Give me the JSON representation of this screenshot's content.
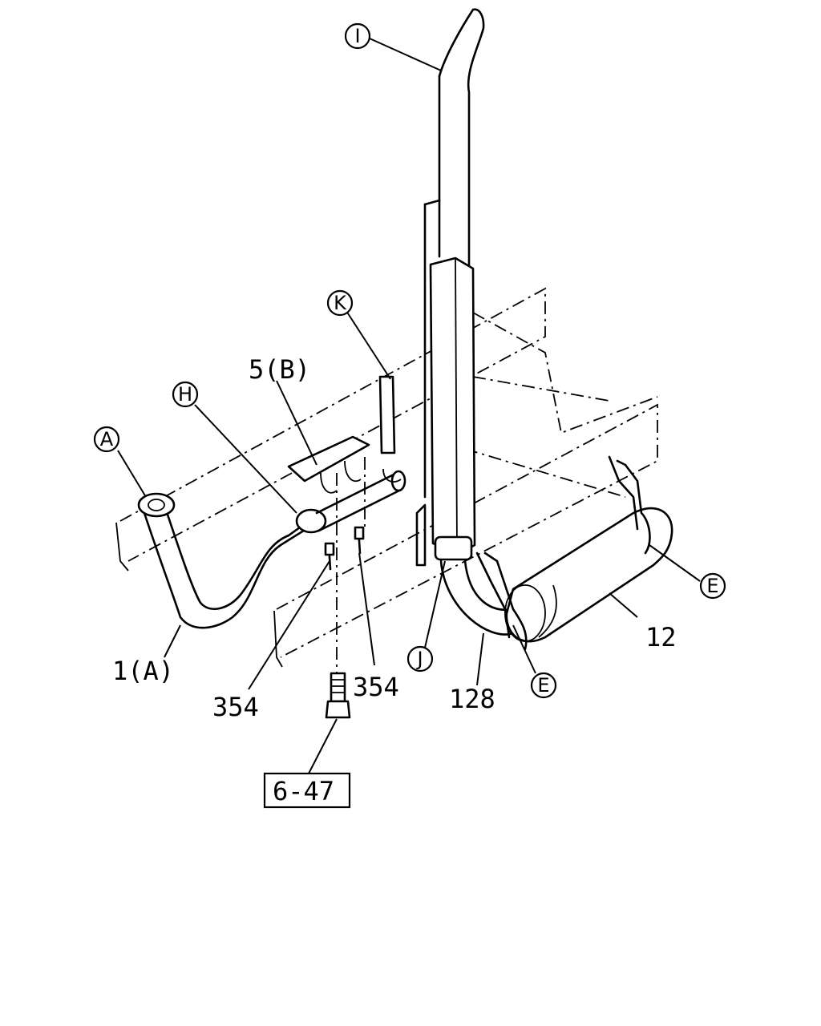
{
  "callouts": {
    "A": "A",
    "H": "H",
    "I": "I",
    "K": "K",
    "J": "J",
    "E_upper": "E",
    "E_lower": "E"
  },
  "part_labels": {
    "p1": "1(A)",
    "p5": "5(B)",
    "p12": "12",
    "p128": "128",
    "p354_left": "354",
    "p354_right": "354"
  },
  "reference": {
    "label": "6-47"
  }
}
